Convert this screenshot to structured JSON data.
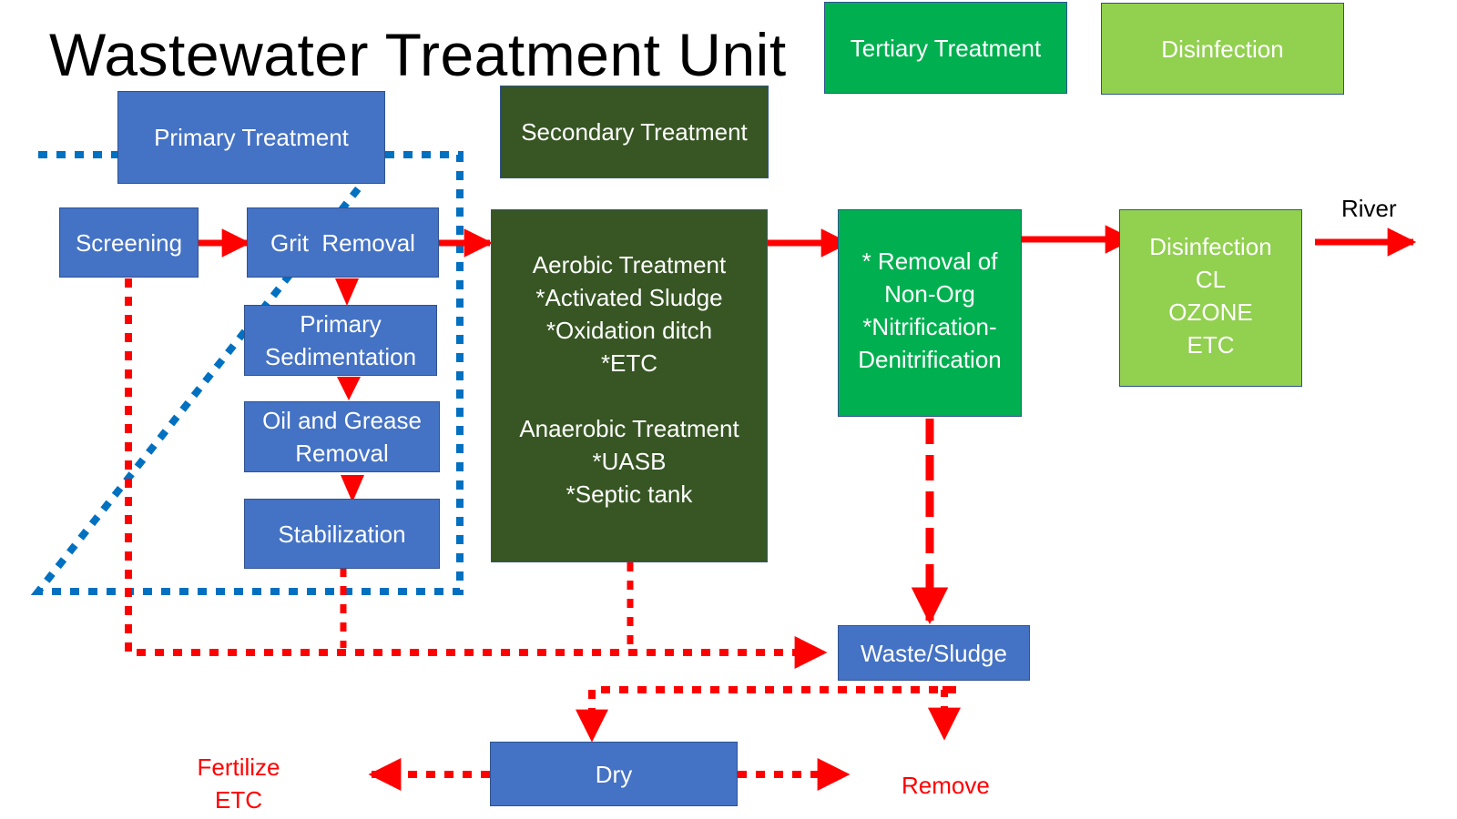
{
  "title": "Wastewater Treatment Unit",
  "colors": {
    "primary": "#4472c4",
    "secondary": "#375623",
    "tertiary": "#00b050",
    "disinfection": "#92d050",
    "flow_arrow": "#ff0000",
    "group_outline": "#0070c0"
  },
  "headers": {
    "primary": "Primary Treatment",
    "secondary": "Secondary Treatment",
    "tertiary": "Tertiary Treatment",
    "disinfection": "Disinfection"
  },
  "primary_steps": {
    "screening": "Screening",
    "grit_removal": "Grit  Removal",
    "sedimentation": [
      "Primary",
      "Sedimentation"
    ],
    "oil_grease": [
      "Oil and Grease",
      "Removal"
    ],
    "stabilization": "Stabilization"
  },
  "secondary_box": {
    "lines": [
      "Aerobic Treatment",
      "*Activated Sludge",
      "*Oxidation ditch",
      "*ETC",
      "",
      "Anaerobic Treatment",
      "*UASB",
      "*Septic tank"
    ]
  },
  "tertiary_box": {
    "lines": [
      "* Removal of",
      "Non-Org",
      "*Nitrification-",
      "Denitrification"
    ]
  },
  "disinfection_box": {
    "lines": [
      "Disinfection",
      "CL",
      "OZONE",
      "ETC"
    ]
  },
  "outputs": {
    "river": "River",
    "waste_sludge": "Waste/Sludge",
    "dry": "Dry",
    "fertilize": [
      "Fertilize",
      "ETC"
    ],
    "remove": "Remove"
  }
}
